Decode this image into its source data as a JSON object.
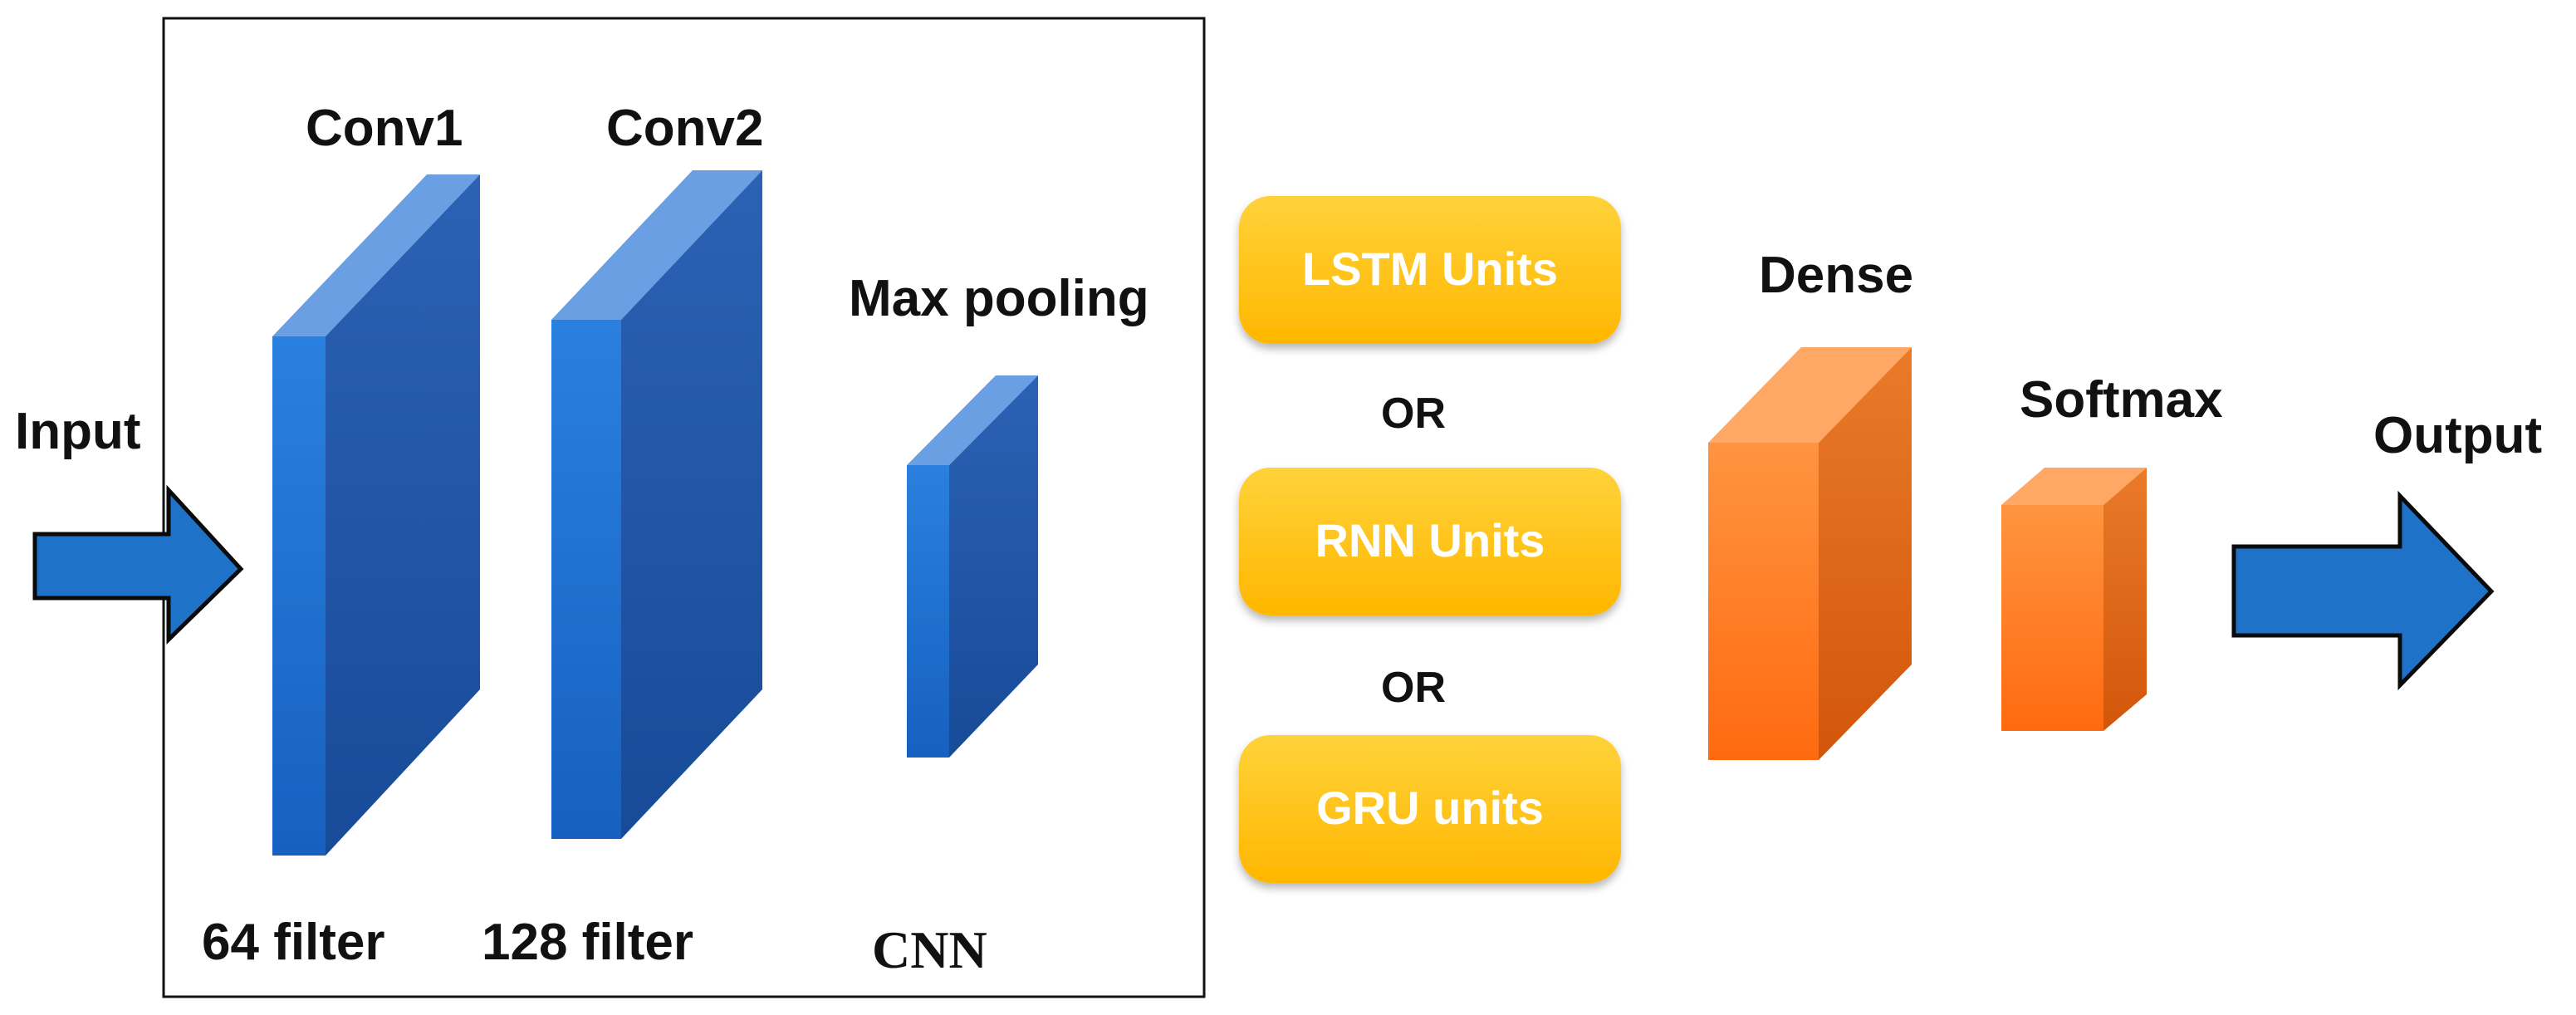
{
  "labels": {
    "input": "Input",
    "output": "Output",
    "conv1": "Conv1",
    "conv2": "Conv2",
    "max_pooling": "Max pooling",
    "conv1_filters": "64 filter",
    "conv2_filters": "128 filter",
    "cnn": "CNN",
    "dense": "Dense",
    "softmax": "Softmax"
  },
  "recurrent_options": {
    "lstm": "LSTM Units",
    "rnn": "RNN Units",
    "gru": "GRU units",
    "separator_1": "OR",
    "separator_2": "OR"
  },
  "colors": {
    "blue_front": "#1a6fd0",
    "blue_side": "#1f56a8",
    "blue_top": "#5f97e0",
    "orange_front": "#ff7d1f",
    "orange_side": "#e0620f",
    "orange_top": "#ffa866",
    "yellow": "#ffc20a",
    "arrow_fill": "#1e72c8",
    "arrow_stroke": "#0a0a0a"
  }
}
